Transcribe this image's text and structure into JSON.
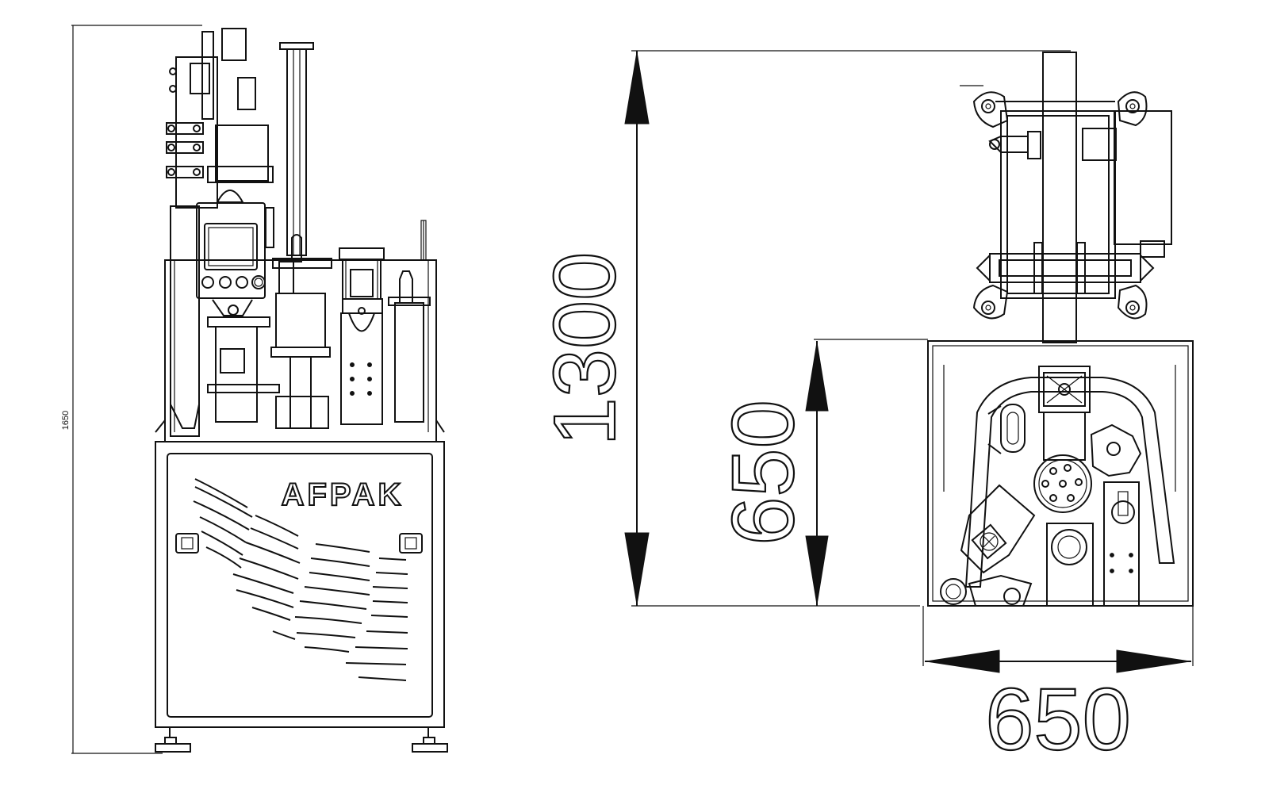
{
  "front_view": {
    "height_dimension": "1650",
    "brand_label": "AFPAK"
  },
  "top_view": {
    "overall_depth_dimension": "1300",
    "base_depth_dimension": "650",
    "base_width_dimension": "650"
  }
}
